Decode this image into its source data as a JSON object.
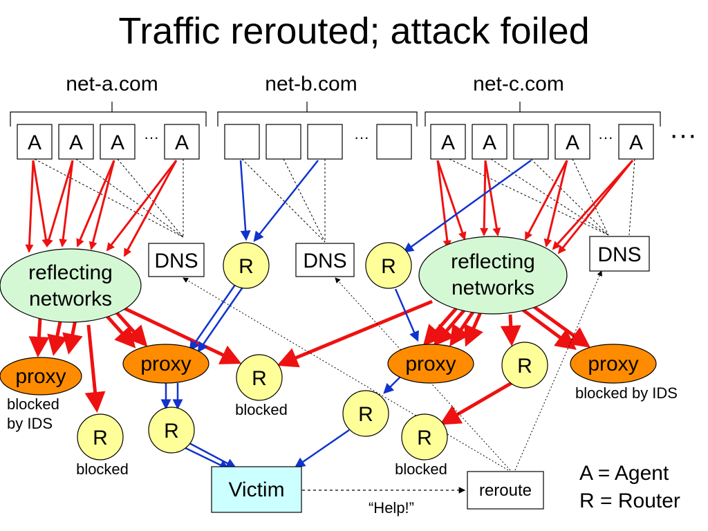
{
  "title": "Traffic rerouted; attack foiled",
  "domains": {
    "net_a": "net-a.com",
    "net_b": "net-b.com",
    "net_c": "net-c.com"
  },
  "agent_label": "A",
  "ellipsis": "···",
  "dns_label": "DNS",
  "router_label": "R",
  "reflecting_label_1": "reflecting",
  "reflecting_label_2": "networks",
  "proxy_label": "proxy",
  "blocked_label": "blocked",
  "blocked_by_label": "blocked",
  "by_ids_label": "by IDS",
  "blocked_by_ids_label": "blocked by IDS",
  "victim_label": "Victim",
  "reroute_label": "reroute",
  "help_label": "“Help!”",
  "legend": {
    "agent": "A = Agent",
    "router": "R = Router"
  },
  "colors": {
    "attack": "#ee1111",
    "legit": "#1133cc",
    "reflecting_fill": "#d4f7d4",
    "proxy_fill": "#ff8c00",
    "router_fill": "#ffff99",
    "victim_fill": "#ccffff"
  }
}
